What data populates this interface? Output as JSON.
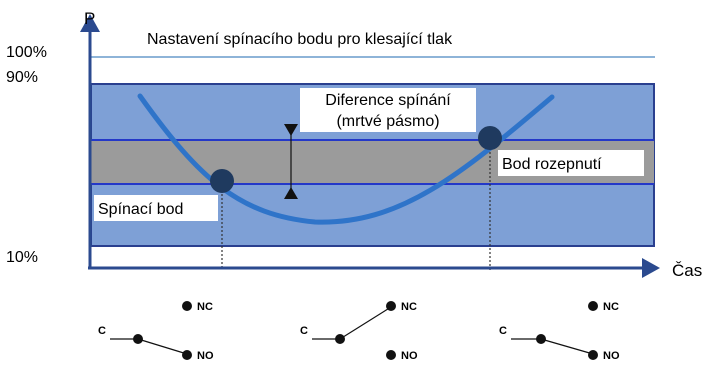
{
  "title": "Nastavení spínacího bodu pro klesající tlak",
  "axes": {
    "y_label": "P",
    "x_label": "Čas",
    "y_ticks": [
      "100%",
      "90%",
      "10%"
    ]
  },
  "annotations": {
    "differential_line1": "Diference spínání",
    "differential_line2": "(mrtvé pásmo)",
    "switch_point": "Spínací bod",
    "release_point": "Bod rozepnutí"
  },
  "switches": {
    "common": "C",
    "normally_closed": "NC",
    "normally_open": "NO"
  },
  "colors": {
    "band_fill": "#7ea0d6",
    "band_border": "#2a3f8f",
    "deadband_fill": "#9b9b9b",
    "threshold_lines": "#2438c8",
    "curve": "#2f74c9",
    "points": "#1f3a5f",
    "axes": "#2b4a8f",
    "top_line": "#4a86c0"
  }
}
